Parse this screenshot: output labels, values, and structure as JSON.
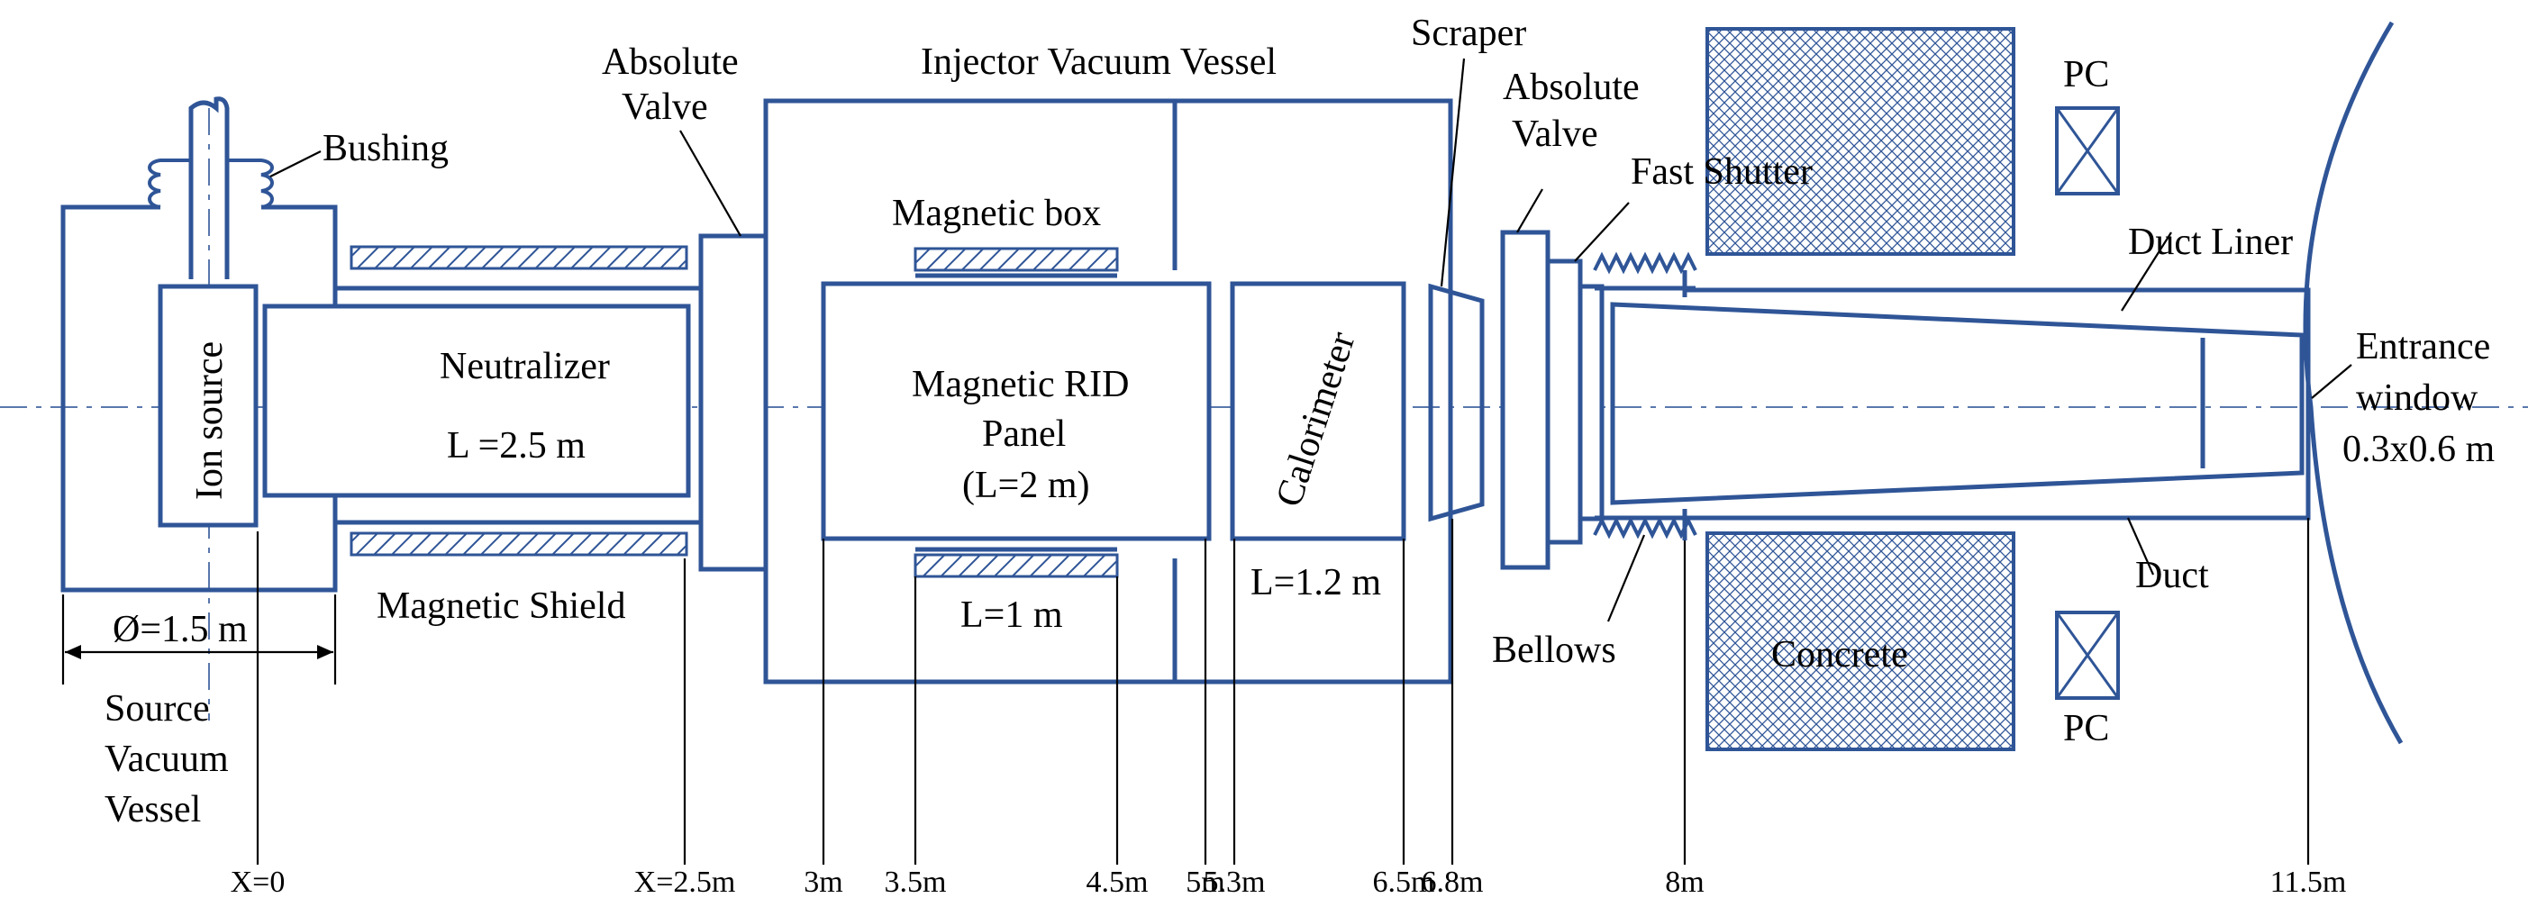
{
  "labels": {
    "absolute_valve_1": [
      "Absolute",
      "Valve"
    ],
    "injector_vessel": "Injector Vacuum Vessel",
    "scraper": "Scraper",
    "absolute_valve_2": [
      "Absolute",
      "Valve"
    ],
    "fast_shutter": "Fast Shutter",
    "pc_top": "PC",
    "pc_bottom": "PC",
    "bushing": "Bushing",
    "magnetic_box": "Magnetic box",
    "duct_liner": "Duct Liner",
    "ion_source": "Ion source",
    "neutralizer": "Neutralizer",
    "neutralizer_length": "L =2.5 m",
    "rid_panel": [
      "Magnetic RID",
      "Panel",
      "(L=2 m)"
    ],
    "calorimeter": "Calorimeter",
    "entrance_window": [
      "Entrance",
      "window",
      "0.3x0.6 m"
    ],
    "duct": "Duct",
    "magnetic_shield": "Magnetic Shield",
    "magnetic_box_length": "L=1 m",
    "calorimeter_length": "L=1.2 m",
    "bellows": "Bellows",
    "concrete": "Concrete",
    "diameter": "Ø=1.5 m",
    "source_vessel": [
      "Source",
      "Vacuum",
      "Vessel"
    ]
  },
  "positions": [
    {
      "id": "x0",
      "label": "X=0"
    },
    {
      "id": "x25",
      "label": "X=2.5m"
    },
    {
      "id": "x3",
      "label": "3m"
    },
    {
      "id": "x35",
      "label": "3.5m"
    },
    {
      "id": "x45",
      "label": "4.5m"
    },
    {
      "id": "x5",
      "label": "5m"
    },
    {
      "id": "x53",
      "label": "5.3m"
    },
    {
      "id": "x65",
      "label": "6.5m"
    },
    {
      "id": "x68",
      "label": "6.8m"
    },
    {
      "id": "x8",
      "label": "8m"
    },
    {
      "id": "x115",
      "label": "11.5m"
    }
  ],
  "colors": {
    "line": "#2f5597",
    "hatch": "#2f5597",
    "text": "#000000"
  }
}
